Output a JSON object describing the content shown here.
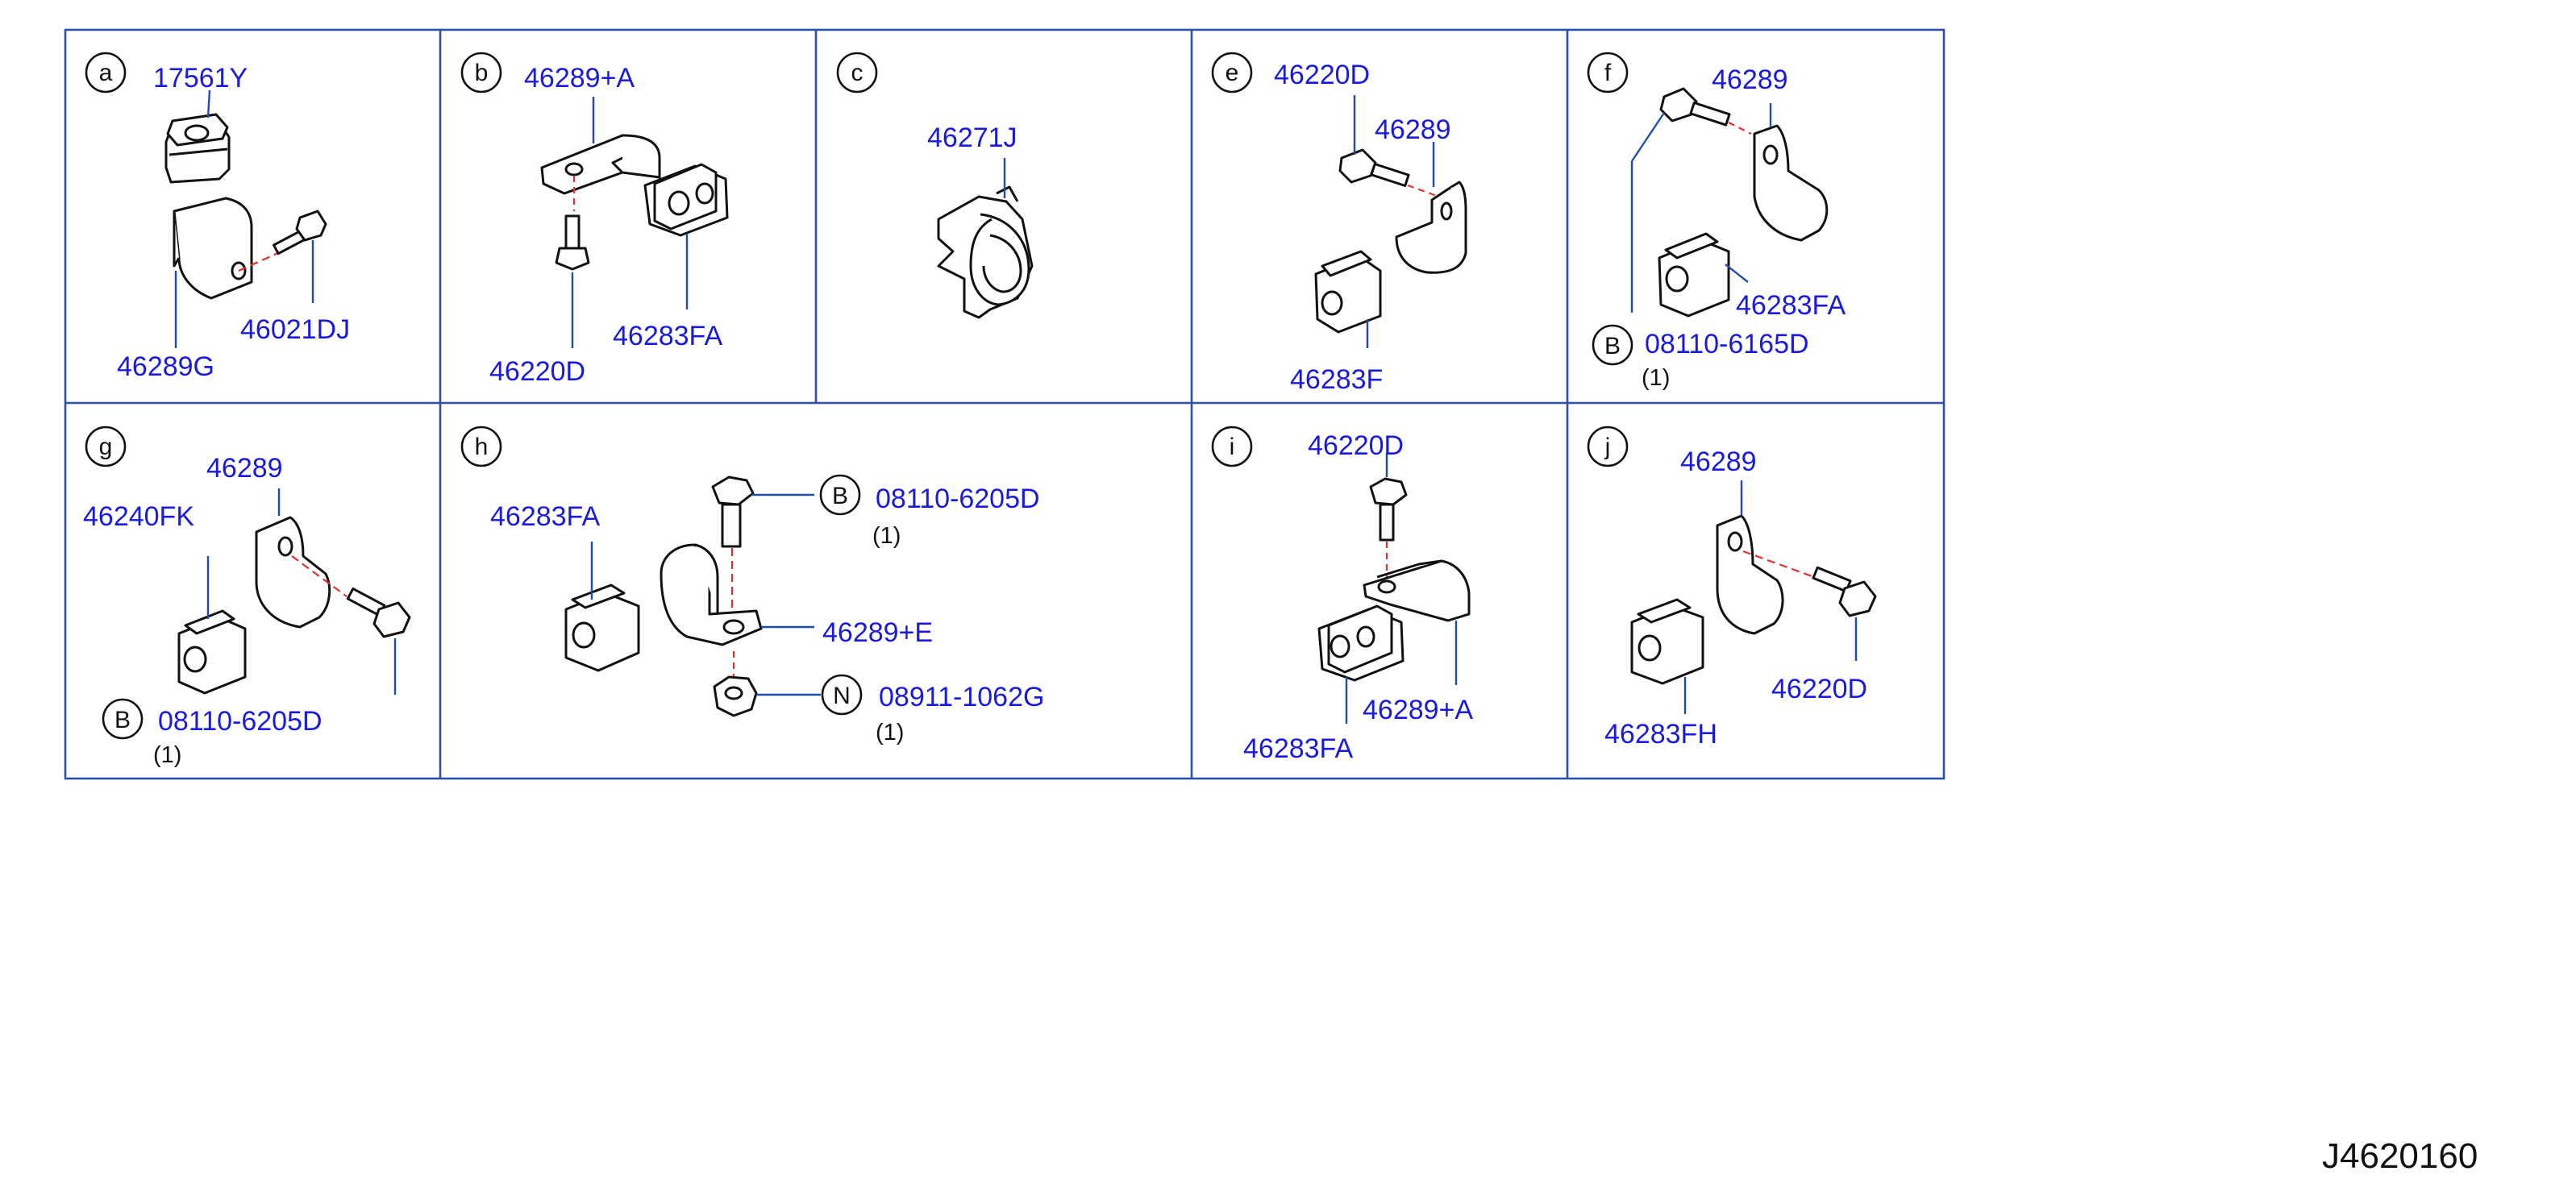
{
  "diagram_code": "J4620160",
  "colors": {
    "part_number": "#1a1adc",
    "frame": "#2f4fa8",
    "leader": "#1f4ea8",
    "axis": "#e03030",
    "outline": "#111111"
  },
  "panels": {
    "a": {
      "letter": "a",
      "parts": [
        "17561Y",
        "46289G",
        "46021DJ"
      ]
    },
    "b": {
      "letter": "b",
      "parts": [
        "46289+A",
        "46220D",
        "46283FA"
      ]
    },
    "c": {
      "letter": "c",
      "parts": [
        "46271J"
      ]
    },
    "e": {
      "letter": "e",
      "parts": [
        "46220D",
        "46289",
        "46283F"
      ]
    },
    "f": {
      "letter": "f",
      "parts": [
        "46289",
        "46283FA",
        "08110-6165D"
      ],
      "fastener_symbol": "B",
      "qty": "(1)"
    },
    "g": {
      "letter": "g",
      "parts": [
        "46289",
        "46240FK",
        "08110-6205D"
      ],
      "fastener_symbol": "B",
      "qty": "(1)"
    },
    "h": {
      "letter": "h",
      "parts": [
        "46283FA",
        "08110-6205D",
        "46289+E",
        "08911-1062G"
      ],
      "fastener_symbols": [
        "B",
        "N"
      ],
      "qty": [
        "(1)",
        "(1)"
      ]
    },
    "i": {
      "letter": "i",
      "parts": [
        "46220D",
        "46289+A",
        "46283FA"
      ]
    },
    "j": {
      "letter": "j",
      "parts": [
        "46289",
        "46220D",
        "46283FH"
      ]
    }
  }
}
